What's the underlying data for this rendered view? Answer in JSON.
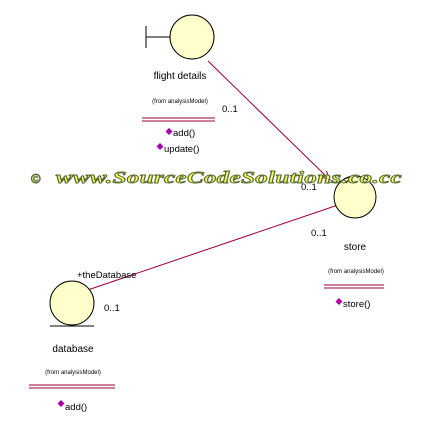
{
  "classes": {
    "flight_details": {
      "name": "flight details",
      "origin": "(from analysisModel)",
      "operations": [
        "add()",
        "update()"
      ]
    },
    "store": {
      "name": "store",
      "origin": "(from analysisModel)",
      "operations": [
        "store()"
      ]
    },
    "database": {
      "name": "database",
      "origin": "(from analysisModel)",
      "operations": [
        "add()"
      ]
    }
  },
  "associations": {
    "flight_to_store": {
      "source_multiplicity": "0..1",
      "target_multiplicity": "0..1"
    },
    "store_to_database": {
      "source_multiplicity": "0..1",
      "target_multiplicity": "0..1",
      "role": "+theDatabase"
    }
  },
  "watermark": {
    "copyright": "©",
    "text": "www.SourceCodeSolutions.co.cc"
  },
  "colors": {
    "class_fill": "#ffffcc",
    "outline": "#000000",
    "association": "#990033",
    "operation_icon": "#aa00aa"
  }
}
